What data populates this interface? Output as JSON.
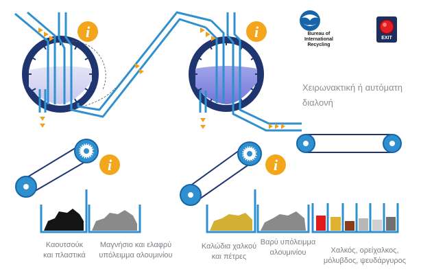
{
  "logo": {
    "line1": "Bureau of",
    "line2": "International",
    "line3": "Recycling"
  },
  "exit_label": "EXIT",
  "heading": {
    "line1": "Χειρωνακτική ή αυτόματη",
    "line2": "διαλονή"
  },
  "bins": [
    {
      "line1": "Καουτσούκ",
      "line2": "και πλαστικά"
    },
    {
      "line1": "Μαγνήσιο και ελαφρύ",
      "line2": "υπόλειμμα αλουμινίου"
    },
    {
      "line1": "Καλώδια χαλκού",
      "line2": "και πέτρες"
    },
    {
      "line1": "Βαρύ υπόλειμμα",
      "line2": "αλουμινίου"
    },
    {
      "line1": "Χαλκός, ορείχαλκος,",
      "line2": "μόλυβδος, ψευδάργυρος"
    }
  ],
  "info_glyph": "i",
  "colors": {
    "pipe": "#2f8fcf",
    "pipe_dark": "#1565a8",
    "drum": "#1f3570",
    "info": "#f3a51b",
    "arrow": "#f0a020",
    "exit": "#e31e24",
    "label": "#7a7f86"
  }
}
